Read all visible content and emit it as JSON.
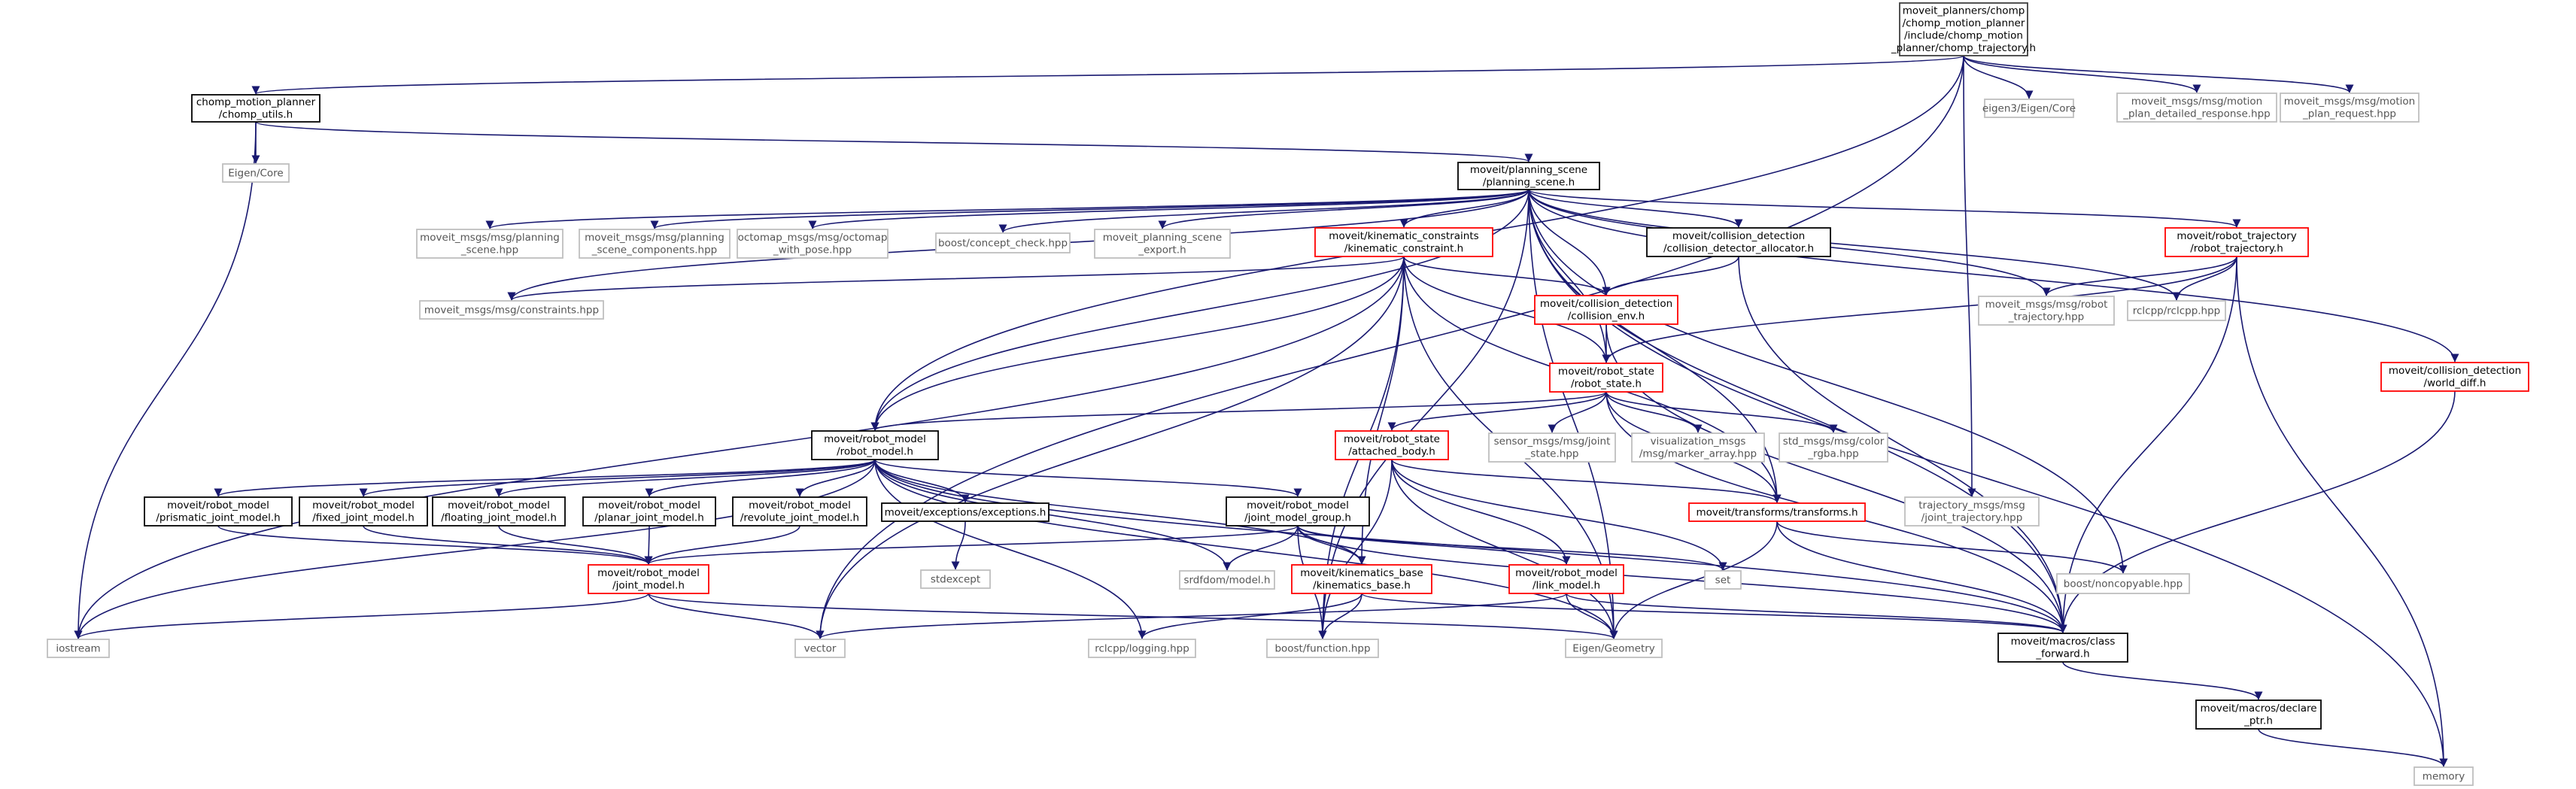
{
  "colors": {
    "root_fill": "#bfbfbf",
    "root_border": "#404040",
    "documented_border": "#000000",
    "incomplete_border": "#ff0000",
    "external_border": "#bfbfbf",
    "external_text": "#555555",
    "edge": "#191970"
  },
  "nodes": [
    {
      "id": "root",
      "kind": "root",
      "lines": [
        "moveit_planners/chomp",
        "/chomp_motion_planner",
        "/include/chomp_motion",
        "_planner/chomp_trajectory.h"
      ]
    },
    {
      "id": "utils",
      "kind": "documented",
      "lines": [
        "chomp_motion_planner",
        "/chomp_utils.h"
      ]
    },
    {
      "id": "eigencore3",
      "kind": "external",
      "lines": [
        "eigen3/Eigen/Core"
      ]
    },
    {
      "id": "detailed",
      "kind": "external",
      "lines": [
        "moveit_msgs/msg/motion",
        "_plan_detailed_response.hpp"
      ]
    },
    {
      "id": "request",
      "kind": "external",
      "lines": [
        "moveit_msgs/msg/motion",
        "_plan_request.hpp"
      ]
    },
    {
      "id": "eigencore",
      "kind": "external",
      "lines": [
        "Eigen/Core"
      ]
    },
    {
      "id": "ps",
      "kind": "documented",
      "lines": [
        "moveit/planning_scene",
        "/planning_scene.h"
      ]
    },
    {
      "id": "m_ps",
      "kind": "external",
      "lines": [
        "moveit_msgs/msg/planning",
        "_scene.hpp"
      ]
    },
    {
      "id": "m_psc",
      "kind": "external",
      "lines": [
        "moveit_msgs/msg/planning",
        "_scene_components.hpp"
      ]
    },
    {
      "id": "octo",
      "kind": "external",
      "lines": [
        "octomap_msgs/msg/octomap",
        "_with_pose.hpp"
      ]
    },
    {
      "id": "concept",
      "kind": "external",
      "lines": [
        "boost/concept_check.hpp"
      ]
    },
    {
      "id": "export",
      "kind": "external",
      "lines": [
        "moveit_planning_scene",
        "_export.h"
      ]
    },
    {
      "id": "kc",
      "kind": "incomplete",
      "lines": [
        "moveit/kinematic_constraints",
        "/kinematic_constraint.h"
      ]
    },
    {
      "id": "cda",
      "kind": "documented",
      "lines": [
        "moveit/collision_detection",
        "/collision_detector_allocator.h"
      ]
    },
    {
      "id": "rt",
      "kind": "incomplete",
      "lines": [
        "moveit/robot_trajectory",
        "/robot_trajectory.h"
      ]
    },
    {
      "id": "constraints",
      "kind": "external",
      "lines": [
        "moveit_msgs/msg/constraints.hpp"
      ]
    },
    {
      "id": "ce",
      "kind": "incomplete",
      "lines": [
        "moveit/collision_detection",
        "/collision_env.h"
      ]
    },
    {
      "id": "rtmsg",
      "kind": "external",
      "lines": [
        "moveit_msgs/msg/robot",
        "_trajectory.hpp"
      ]
    },
    {
      "id": "rclcpp",
      "kind": "external",
      "lines": [
        "rclcpp/rclcpp.hpp"
      ]
    },
    {
      "id": "wd",
      "kind": "incomplete",
      "lines": [
        "moveit/collision_detection",
        "/world_diff.h"
      ]
    },
    {
      "id": "rs",
      "kind": "incomplete",
      "lines": [
        "moveit/robot_state",
        "/robot_state.h"
      ]
    },
    {
      "id": "rm",
      "kind": "documented",
      "lines": [
        "moveit/robot_model",
        "/robot_model.h"
      ]
    },
    {
      "id": "ab",
      "kind": "incomplete",
      "lines": [
        "moveit/robot_state",
        "/attached_body.h"
      ]
    },
    {
      "id": "jsmsg",
      "kind": "external",
      "lines": [
        "sensor_msgs/msg/joint",
        "_state.hpp"
      ]
    },
    {
      "id": "vis",
      "kind": "external",
      "lines": [
        "visualization_msgs",
        "/msg/marker_array.hpp"
      ]
    },
    {
      "id": "color",
      "kind": "external",
      "lines": [
        "std_msgs/msg/color",
        "_rgba.hpp"
      ]
    },
    {
      "id": "pj",
      "kind": "documented",
      "lines": [
        "moveit/robot_model",
        "/prismatic_joint_model.h"
      ]
    },
    {
      "id": "fj",
      "kind": "documented",
      "lines": [
        "moveit/robot_model",
        "/fixed_joint_model.h"
      ]
    },
    {
      "id": "flj",
      "kind": "documented",
      "lines": [
        "moveit/robot_model",
        "/floating_joint_model.h"
      ]
    },
    {
      "id": "plj",
      "kind": "documented",
      "lines": [
        "moveit/robot_model",
        "/planar_joint_model.h"
      ]
    },
    {
      "id": "rj",
      "kind": "documented",
      "lines": [
        "moveit/robot_model",
        "/revolute_joint_model.h"
      ]
    },
    {
      "id": "exc",
      "kind": "documented",
      "lines": [
        "moveit/exceptions/exceptions.h"
      ]
    },
    {
      "id": "jmg",
      "kind": "documented",
      "lines": [
        "moveit/robot_model",
        "/joint_model_group.h"
      ]
    },
    {
      "id": "tf",
      "kind": "incomplete",
      "lines": [
        "moveit/transforms/transforms.h"
      ]
    },
    {
      "id": "jtmsg",
      "kind": "external",
      "lines": [
        "trajectory_msgs/msg",
        "/joint_trajectory.hpp"
      ]
    },
    {
      "id": "nonc",
      "kind": "external",
      "lines": [
        "boost/noncopyable.hpp"
      ]
    },
    {
      "id": "stdexcept",
      "kind": "external",
      "lines": [
        "stdexcept"
      ]
    },
    {
      "id": "jm",
      "kind": "incomplete",
      "lines": [
        "moveit/robot_model",
        "/joint_model.h"
      ]
    },
    {
      "id": "srdf",
      "kind": "external",
      "lines": [
        "srdfdom/model.h"
      ]
    },
    {
      "id": "kb",
      "kind": "incomplete",
      "lines": [
        "moveit/kinematics_base",
        "/kinematics_base.h"
      ]
    },
    {
      "id": "lm",
      "kind": "incomplete",
      "lines": [
        "moveit/robot_model",
        "/link_model.h"
      ]
    },
    {
      "id": "set",
      "kind": "external",
      "lines": [
        "set"
      ]
    },
    {
      "id": "iostream",
      "kind": "external",
      "lines": [
        "iostream"
      ]
    },
    {
      "id": "vector",
      "kind": "external",
      "lines": [
        "vector"
      ]
    },
    {
      "id": "logging",
      "kind": "external",
      "lines": [
        "rclcpp/logging.hpp"
      ]
    },
    {
      "id": "func",
      "kind": "external",
      "lines": [
        "boost/function.hpp"
      ]
    },
    {
      "id": "geom",
      "kind": "external",
      "lines": [
        "Eigen/Geometry"
      ]
    },
    {
      "id": "cf",
      "kind": "documented",
      "lines": [
        "moveit/macros/class",
        "_forward.h"
      ]
    },
    {
      "id": "dp",
      "kind": "documented",
      "lines": [
        "moveit/macros/declare",
        "_ptr.h"
      ]
    },
    {
      "id": "memory",
      "kind": "external",
      "lines": [
        "memory"
      ]
    }
  ],
  "edges": [
    [
      "root",
      "utils"
    ],
    [
      "root",
      "eigencore3"
    ],
    [
      "root",
      "detailed"
    ],
    [
      "root",
      "request"
    ],
    [
      "root",
      "vector"
    ],
    [
      "root",
      "rm"
    ],
    [
      "root",
      "jtmsg"
    ],
    [
      "utils",
      "eigencore"
    ],
    [
      "utils",
      "ps"
    ],
    [
      "utils",
      "iostream"
    ],
    [
      "ps",
      "m_ps"
    ],
    [
      "ps",
      "m_psc"
    ],
    [
      "ps",
      "octo"
    ],
    [
      "ps",
      "concept"
    ],
    [
      "ps",
      "export"
    ],
    [
      "ps",
      "kc"
    ],
    [
      "ps",
      "cda"
    ],
    [
      "ps",
      "rt"
    ],
    [
      "ps",
      "constraints"
    ],
    [
      "ps",
      "ce"
    ],
    [
      "ps",
      "rtmsg"
    ],
    [
      "ps",
      "rclcpp"
    ],
    [
      "ps",
      "wd"
    ],
    [
      "ps",
      "rs"
    ],
    [
      "ps",
      "rm"
    ],
    [
      "ps",
      "tf"
    ],
    [
      "ps",
      "nonc"
    ],
    [
      "ps",
      "cf"
    ],
    [
      "ps",
      "memory"
    ],
    [
      "ps",
      "func"
    ],
    [
      "ps",
      "geom"
    ],
    [
      "kc",
      "constraints"
    ],
    [
      "kc",
      "ce"
    ],
    [
      "kc",
      "rs"
    ],
    [
      "kc",
      "rm"
    ],
    [
      "kc",
      "iostream"
    ],
    [
      "kc",
      "vector"
    ],
    [
      "kc",
      "func"
    ],
    [
      "kc",
      "geom"
    ],
    [
      "kc",
      "tf"
    ],
    [
      "kc",
      "kb"
    ],
    [
      "cda",
      "ce"
    ],
    [
      "cda",
      "cf"
    ],
    [
      "rt",
      "rtmsg"
    ],
    [
      "rt",
      "rclcpp"
    ],
    [
      "rt",
      "rs"
    ],
    [
      "rt",
      "cf"
    ],
    [
      "rt",
      "memory"
    ],
    [
      "ce",
      "rs"
    ],
    [
      "ce",
      "cf"
    ],
    [
      "wd",
      "cf"
    ],
    [
      "rs",
      "rm"
    ],
    [
      "rs",
      "ab"
    ],
    [
      "rs",
      "jsmsg"
    ],
    [
      "rs",
      "vis"
    ],
    [
      "rs",
      "color"
    ],
    [
      "rs",
      "tf"
    ],
    [
      "rs",
      "cf"
    ],
    [
      "ab",
      "tf"
    ],
    [
      "ab",
      "set"
    ],
    [
      "ab",
      "lm"
    ],
    [
      "ab",
      "func"
    ],
    [
      "ab",
      "geom"
    ],
    [
      "rm",
      "pj"
    ],
    [
      "rm",
      "fj"
    ],
    [
      "rm",
      "flj"
    ],
    [
      "rm",
      "plj"
    ],
    [
      "rm",
      "rj"
    ],
    [
      "rm",
      "exc"
    ],
    [
      "rm",
      "jmg"
    ],
    [
      "rm",
      "srdf"
    ],
    [
      "rm",
      "iostream"
    ],
    [
      "rm",
      "logging"
    ],
    [
      "rm",
      "cf"
    ],
    [
      "rm",
      "kb"
    ],
    [
      "rm",
      "geom"
    ],
    [
      "pj",
      "jm"
    ],
    [
      "fj",
      "jm"
    ],
    [
      "flj",
      "jm"
    ],
    [
      "plj",
      "jm"
    ],
    [
      "rj",
      "jm"
    ],
    [
      "exc",
      "stdexcept"
    ],
    [
      "jmg",
      "jm"
    ],
    [
      "jmg",
      "srdf"
    ],
    [
      "jmg",
      "set"
    ],
    [
      "jmg",
      "kb"
    ],
    [
      "jmg",
      "lm"
    ],
    [
      "jmg",
      "func"
    ],
    [
      "jmg",
      "cf"
    ],
    [
      "tf",
      "nonc"
    ],
    [
      "tf",
      "geom"
    ],
    [
      "tf",
      "cf"
    ],
    [
      "jm",
      "iostream"
    ],
    [
      "jm",
      "vector"
    ],
    [
      "jm",
      "geom"
    ],
    [
      "kb",
      "logging"
    ],
    [
      "kb",
      "func"
    ],
    [
      "kb",
      "cf"
    ],
    [
      "lm",
      "vector"
    ],
    [
      "lm",
      "geom"
    ],
    [
      "lm",
      "cf"
    ],
    [
      "cf",
      "dp"
    ],
    [
      "dp",
      "memory"
    ]
  ]
}
